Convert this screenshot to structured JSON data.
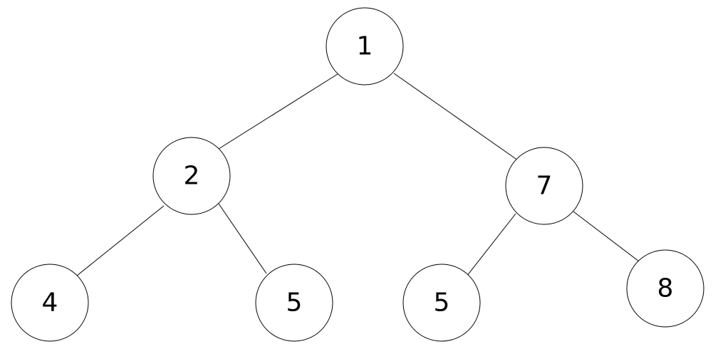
{
  "diagram": {
    "type": "binary-tree",
    "colors": {
      "background": "#ffffff",
      "stroke": "#000000",
      "text": "#000000"
    },
    "nodes": [
      {
        "id": "n1",
        "label": "1"
      },
      {
        "id": "n2",
        "label": "2"
      },
      {
        "id": "n7",
        "label": "7"
      },
      {
        "id": "n4",
        "label": "4"
      },
      {
        "id": "n5a",
        "label": "5"
      },
      {
        "id": "n5b",
        "label": "5"
      },
      {
        "id": "n8",
        "label": "8"
      }
    ],
    "edges": [
      {
        "from": "n1",
        "to": "n2"
      },
      {
        "from": "n1",
        "to": "n7"
      },
      {
        "from": "n2",
        "to": "n4"
      },
      {
        "from": "n2",
        "to": "n5a"
      },
      {
        "from": "n7",
        "to": "n5b"
      },
      {
        "from": "n7",
        "to": "n8"
      }
    ]
  }
}
